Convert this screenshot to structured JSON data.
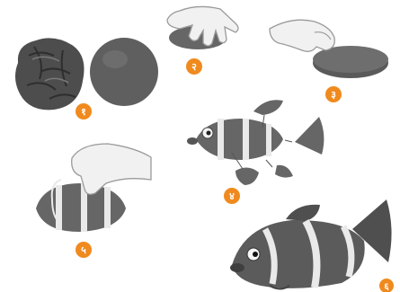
{
  "colors": {
    "clay": "#666666",
    "clay_dark": "#4a4a4a",
    "clay_light": "#7f7f7f",
    "stripe": "#e9e9e9",
    "badge": "#f08a1e",
    "skin": "#f1f1f1",
    "skin_line": "#9a9a9a"
  },
  "steps": [
    {
      "number": "१",
      "icon": "clay-lumps-icon"
    },
    {
      "number": "२",
      "icon": "hand-pressing-clay-icon"
    },
    {
      "number": "३",
      "icon": "hand-flattening-disc-icon"
    },
    {
      "number": "४",
      "icon": "fish-assembly-diagram-icon"
    },
    {
      "number": "५",
      "icon": "hand-wrapping-stripes-icon"
    },
    {
      "number": "६",
      "icon": "finished-clay-fish-icon"
    }
  ]
}
